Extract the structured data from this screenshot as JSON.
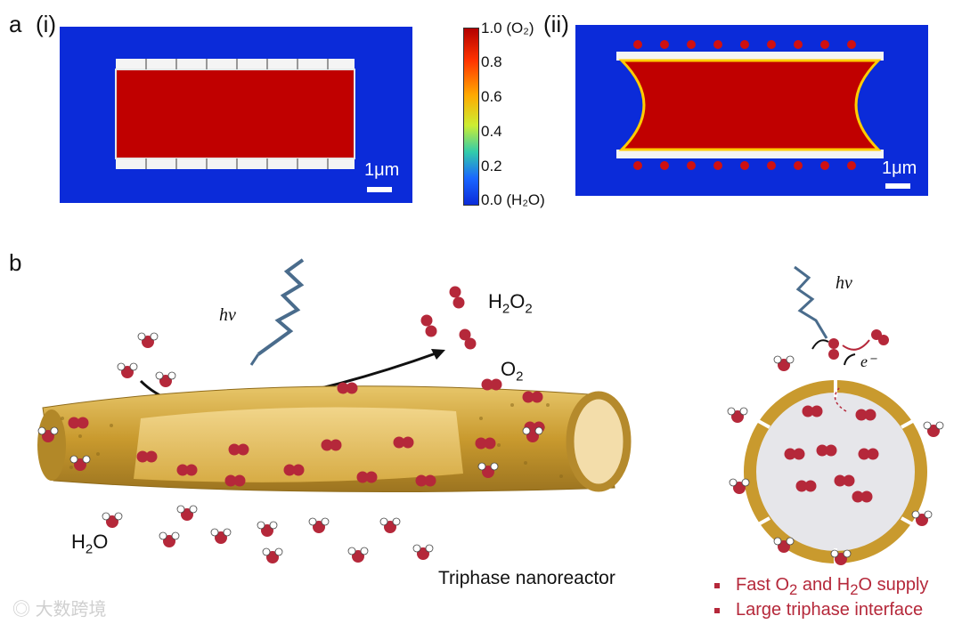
{
  "panel_a": {
    "letter": "a",
    "sub_i": "(i)",
    "sub_ii": "(ii)",
    "scale_i": "1μm",
    "scale_ii": "1μm",
    "colorbar": {
      "ticks": [
        "1.0",
        "0.8",
        "0.6",
        "0.4",
        "0.2",
        "0.0"
      ],
      "top_species": "(O₂)",
      "bottom_species": "(H₂O)",
      "colors": [
        "#b30000",
        "#ff3300",
        "#ffaa00",
        "#ccee33",
        "#33ccaa",
        "#1a66ff",
        "#0b2bd9"
      ]
    }
  },
  "panel_b": {
    "letter": "b",
    "hv": "hν",
    "h2o2_main": "H",
    "h2o2_sub1": "2",
    "h2o2_mid": "O",
    "h2o2_sub2": "2",
    "o2_main": "O",
    "o2_sub": "2",
    "h2o_main": "H",
    "h2o_sub": "2",
    "h2o_end": "O",
    "reactor_label": "Triphase nanoreactor",
    "electron": "e⁻",
    "bullets": {
      "line1_a": "Fast O",
      "line1_sub": "2",
      "line1_b": " and H",
      "line1_sub2": "2",
      "line1_c": "O supply",
      "line2": "Large triphase interface"
    }
  },
  "watermark": "大数跨境",
  "colors": {
    "water_blue": "#0b2bd9",
    "oxygen_red": "#b30000",
    "accent_text": "#b5283a",
    "shell_gold": "#c99a2e"
  }
}
